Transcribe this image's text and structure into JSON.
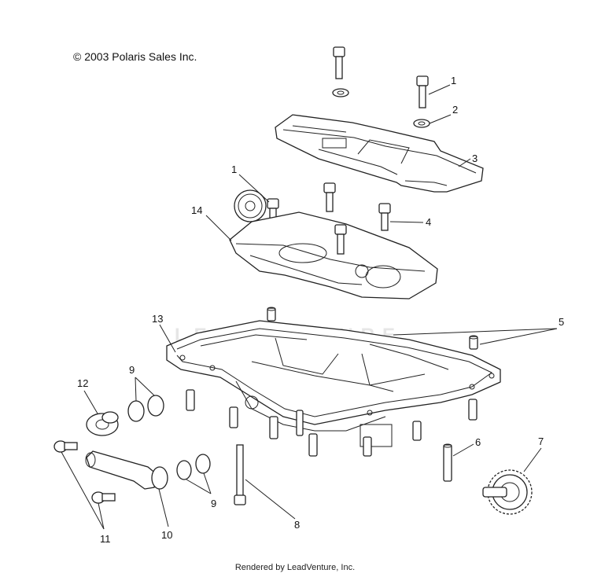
{
  "copyright": "© 2003 Polaris Sales Inc.",
  "footer": "Rendered by LeadVenture, Inc.",
  "watermark": "LEADVENTURE",
  "callouts": [
    "1",
    "2",
    "3",
    "1",
    "4",
    "14",
    "5",
    "13",
    "9",
    "12",
    "11",
    "10",
    "9",
    "8",
    "6",
    "7"
  ]
}
